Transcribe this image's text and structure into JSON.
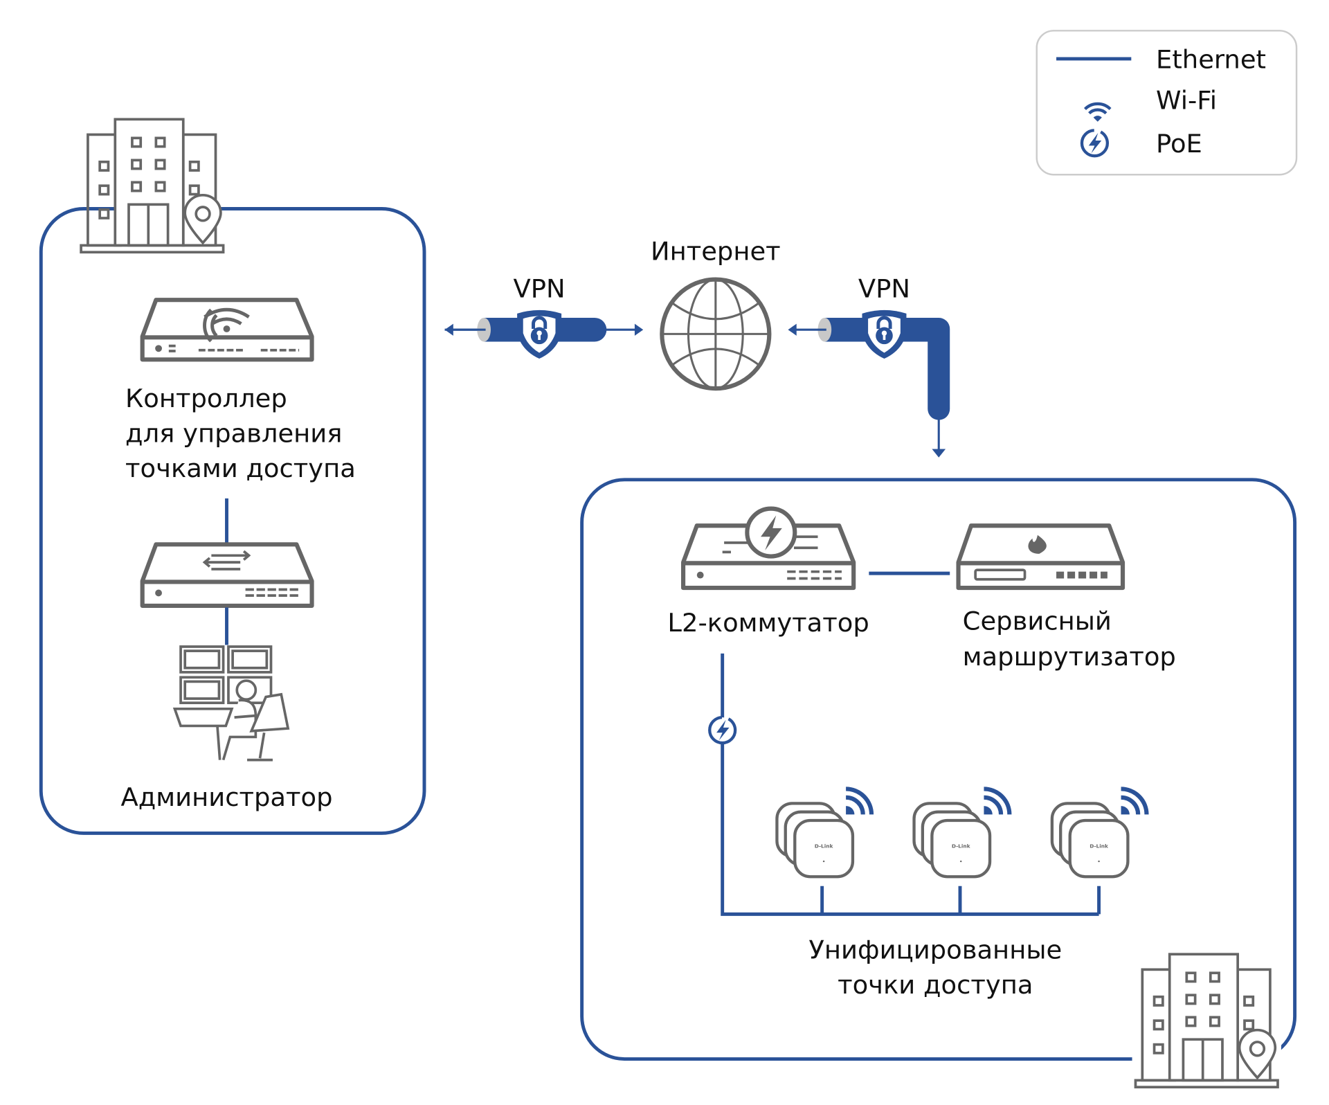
{
  "legend": {
    "ethernet": "Ethernet",
    "wifi": "Wi-Fi",
    "poe": "PoE"
  },
  "labels": {
    "internet": "Интернет",
    "vpn_left": "VPN",
    "vpn_right": "VPN",
    "controller": [
      "Контроллер",
      "для управления",
      "точками доступа"
    ],
    "admin": "Администратор",
    "l2_switch": "L2-коммутатор",
    "service_router": [
      "Сервисный",
      "маршрутизатор"
    ],
    "access_points": [
      "Унифицированные",
      "точки доступа"
    ],
    "ap_brand": "D-Link"
  },
  "colors": {
    "accent": "#2a5298",
    "device": "#666666",
    "legend_border": "#cccccc"
  }
}
